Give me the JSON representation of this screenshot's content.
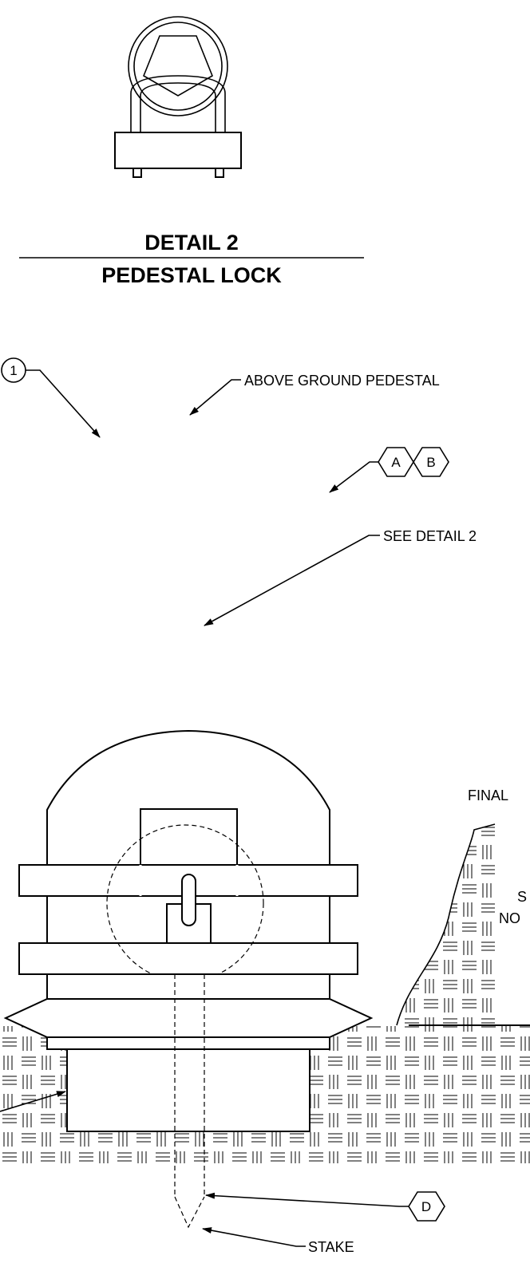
{
  "detail": {
    "title": "DETAIL 2",
    "subtitle": "PEDESTAL LOCK"
  },
  "callouts": {
    "item_number": "1",
    "above_ground_pedestal": "ABOVE GROUND PEDESTAL",
    "see_detail": "SEE DETAIL 2",
    "tag_a": "A",
    "tag_b": "B",
    "tag_d": "D",
    "stake": "STAKE",
    "final_grade_partial": "FINAL",
    "note_partial_s": "S",
    "note_partial_no": "NO"
  }
}
